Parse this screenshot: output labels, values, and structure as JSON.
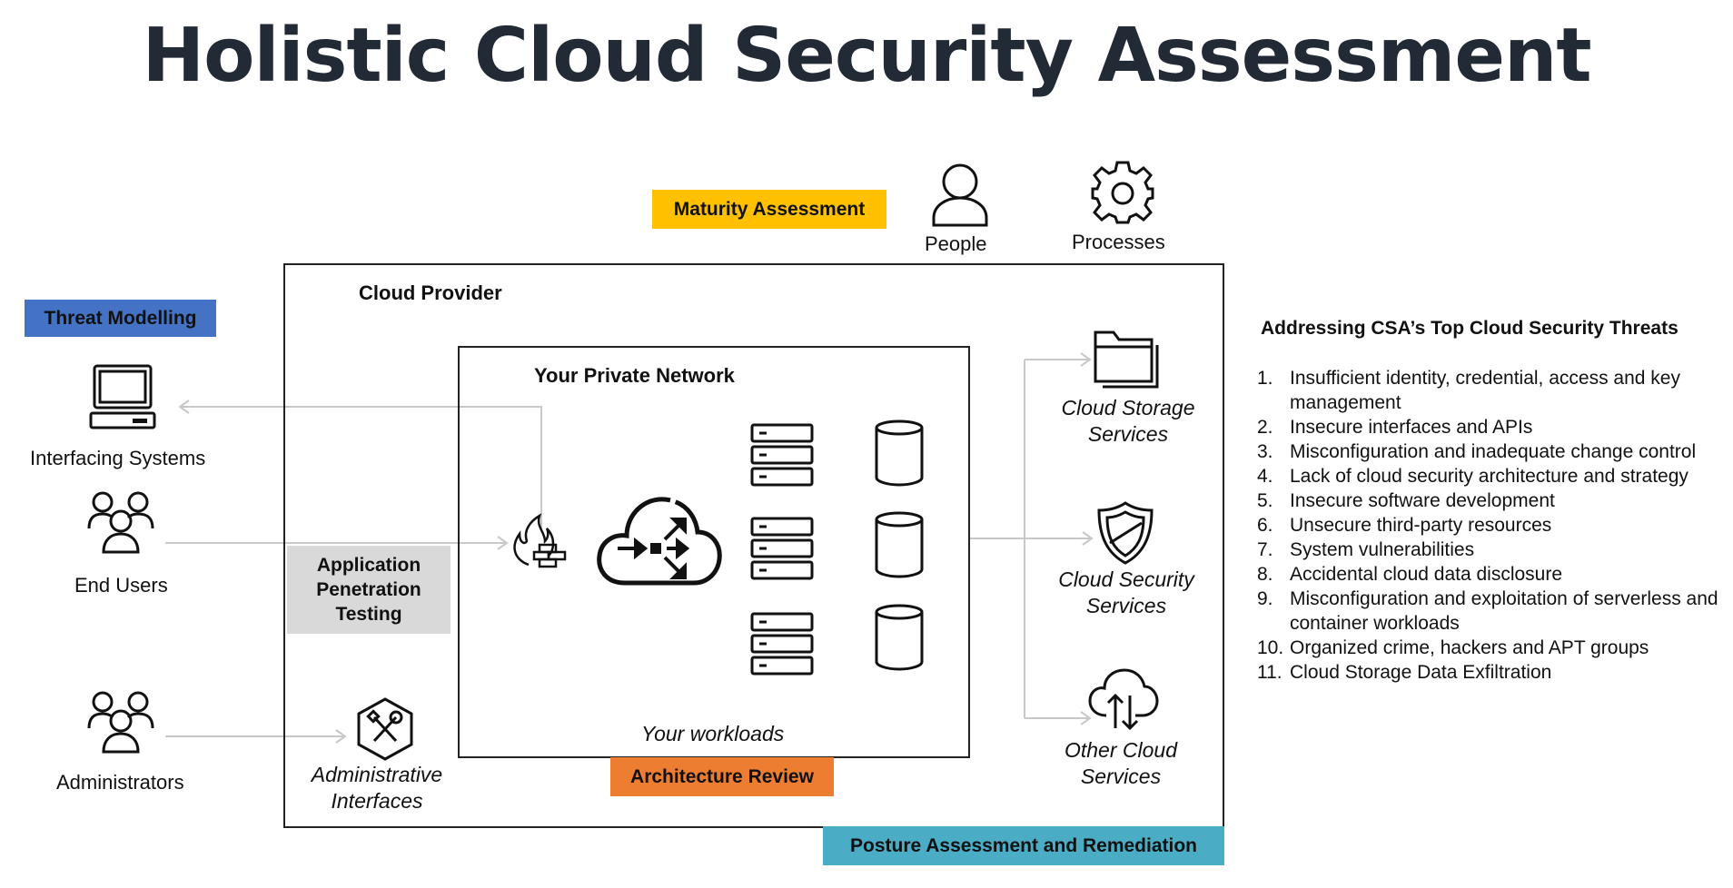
{
  "title": "Holistic Cloud Security Assessment",
  "tags": {
    "maturity": "Maturity Assessment",
    "threat_modelling": "Threat Modelling",
    "app_pentest": "Application Penetration Testing",
    "architecture_review": "Architecture Review",
    "posture": "Posture Assessment and Remediation"
  },
  "people": {
    "label": "People",
    "icon": "person-icon"
  },
  "processes": {
    "label": "Processes",
    "icon": "gear-icon"
  },
  "cloud_provider": "Cloud Provider",
  "private_network": "Your Private Network",
  "workloads": "Your workloads",
  "actors": {
    "interfacing_systems": "Interfacing Systems",
    "end_users": "End Users",
    "administrators": "Administrators"
  },
  "admin_interfaces": "Administrative Interfaces",
  "services": {
    "storage": "Cloud Storage Services",
    "security": "Cloud Security Services",
    "other": "Other Cloud Services"
  },
  "threats": {
    "title": "Addressing CSA’s Top Cloud Security Threats",
    "items": [
      {
        "num": "1.",
        "text": "Insufficient identity, credential, access and key management"
      },
      {
        "num": "2.",
        "text": "Insecure interfaces and APIs"
      },
      {
        "num": "3.",
        "text": "Misconfiguration and inadequate change control"
      },
      {
        "num": "4.",
        "text": "Lack of cloud security architecture and strategy"
      },
      {
        "num": "5.",
        "text": "Insecure software development"
      },
      {
        "num": "6.",
        "text": "Unsecure third-party resources"
      },
      {
        "num": "7.",
        "text": "System vulnerabilities"
      },
      {
        "num": "8.",
        "text": "Accidental cloud data disclosure"
      },
      {
        "num": "9.",
        "text": "Misconfiguration and exploitation of serverless and container workloads"
      },
      {
        "num": "10.",
        "text": "Organized crime, hackers and APT groups"
      },
      {
        "num": "11.",
        "text": "Cloud Storage Data Exfiltration"
      }
    ]
  },
  "colors": {
    "title": "#222a35",
    "maturity": "#ffc000",
    "threat_modelling": "#4472c4",
    "app_pentest": "#d9d9d9",
    "architecture_review": "#ed7d31",
    "posture": "#4bacc6",
    "connector": "#c8c8c8"
  }
}
